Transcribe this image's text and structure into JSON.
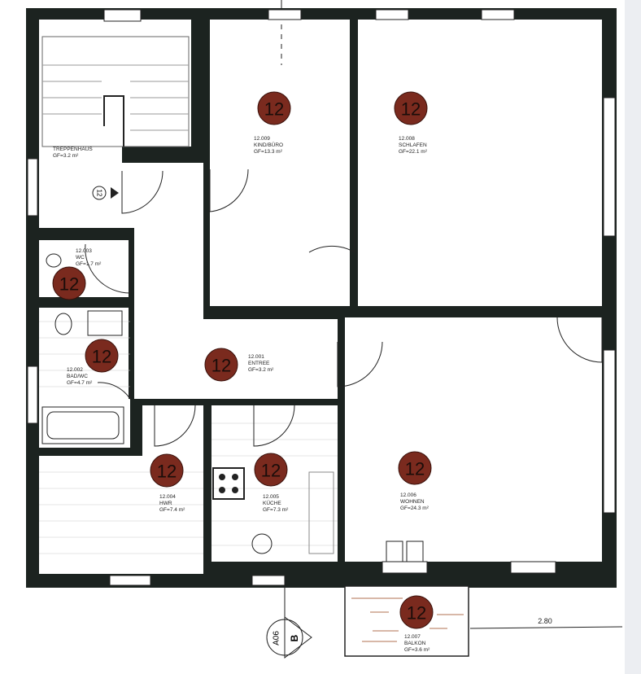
{
  "plan": {
    "rooms": [
      {
        "id": "treppenhaus",
        "number": "",
        "name": "TREPPENHAUS",
        "area": "GF=3.2 m²"
      },
      {
        "id": "kind-buero",
        "number": "12.009",
        "name": "KIND/BÜRO",
        "area": "GF=13.3 m²",
        "badge": "12"
      },
      {
        "id": "schlafen",
        "number": "12.008",
        "name": "SCHLAFEN",
        "area": "GF=22.1 m²",
        "badge": "12"
      },
      {
        "id": "wc",
        "number": "12.003",
        "name": "WC",
        "area": "GF=1.7 m²",
        "badge": "12"
      },
      {
        "id": "bad-wc",
        "number": "12.002",
        "name": "BAD/WC",
        "area": "GF=4.7 m²",
        "badge": "12"
      },
      {
        "id": "entree",
        "number": "12.001",
        "name": "ENTREE",
        "area": "GF=3.2 m²",
        "badge": "12"
      },
      {
        "id": "hwr",
        "number": "12.004",
        "name": "HWR",
        "area": "GF=7.4 m²",
        "badge": "12"
      },
      {
        "id": "kueche",
        "number": "12.005",
        "name": "KÜCHE",
        "area": "GF=7.3 m²",
        "badge": "12"
      },
      {
        "id": "wohnen",
        "number": "12.006",
        "name": "WOHNEN",
        "area": "GF=24.3 m²",
        "badge": "12"
      },
      {
        "id": "balkon",
        "number": "12.007",
        "name": "BALKON",
        "area": "GF=3.6 m²",
        "badge": "12"
      }
    ],
    "entrance_marker": "12",
    "dimension": "2.80",
    "section_marker": {
      "sheet": "A06",
      "letter": "B"
    },
    "colors": {
      "wall": "#1c2320",
      "badge": "#7a2a1e"
    }
  }
}
